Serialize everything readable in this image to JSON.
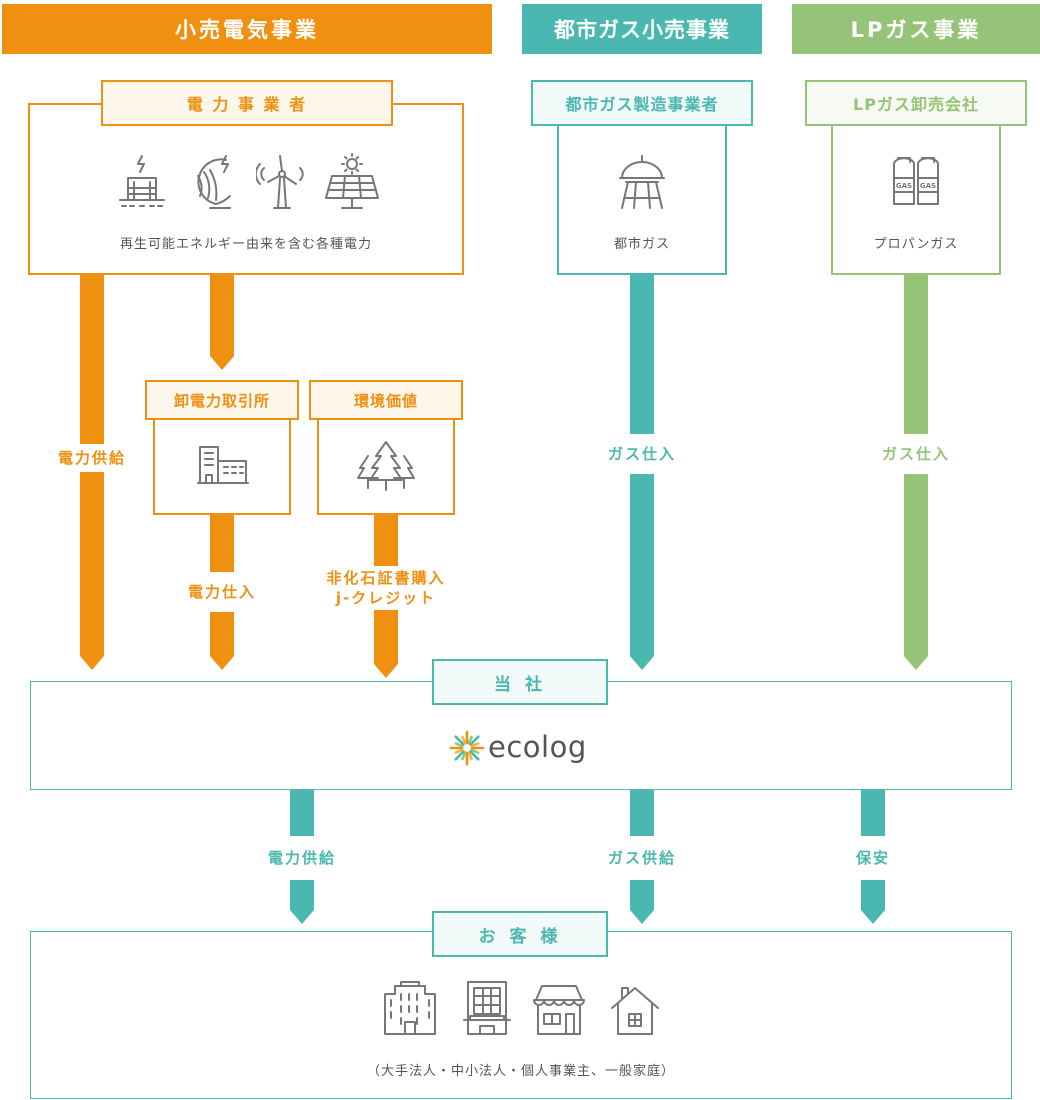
{
  "headers": {
    "electric": "小売電気事業",
    "city_gas": "都市ガス小売事業",
    "lp_gas": "LPガス事業"
  },
  "suppliers": {
    "power": {
      "tag": "電 力 事 業 者",
      "caption": "再生可能エネルギー由来を含む各種電力"
    },
    "city_gas_maker": {
      "tag": "都市ガス製造事業者",
      "caption": "都市ガス"
    },
    "lp_wholesaler": {
      "tag": "LPガス卸売会社",
      "caption": "プロパンガス",
      "tank_label": "GAS"
    },
    "exchange": {
      "tag": "卸電力取引所"
    },
    "environment": {
      "tag": "環境価値"
    }
  },
  "flows": {
    "power_supply": "電力供給",
    "power_purchase": "電力仕入",
    "certificates_line1": "非化石証書購入",
    "certificates_line2": "j-クレジット",
    "gas_purchase_city": "ガス仕入",
    "gas_purchase_lp": "ガス仕入",
    "out_power": "電力供給",
    "out_gas": "ガス供給",
    "out_safety": "保安"
  },
  "company": {
    "tag": "当 社",
    "logo_text": "ecolog"
  },
  "customers": {
    "tag": "お 客 様",
    "caption": "（大手法人・中小法人・個人事業主、一般家庭）"
  },
  "colors": {
    "orange": "#ef9011",
    "teal": "#4ab8b0",
    "green": "#95c478"
  }
}
